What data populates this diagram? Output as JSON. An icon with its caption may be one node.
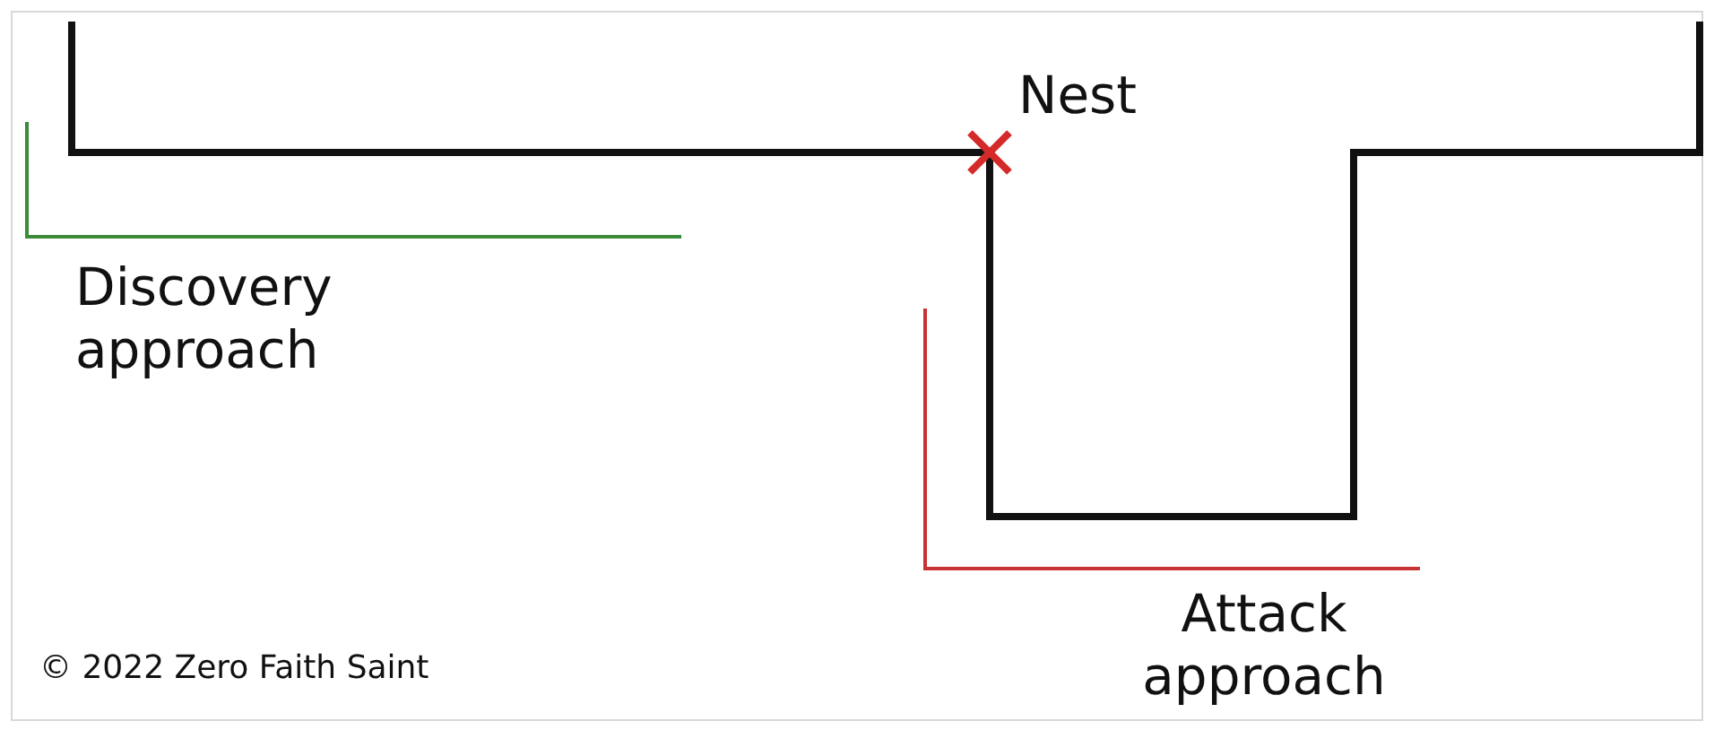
{
  "diagram": {
    "labels": [
      "Nest",
      "Discovery approach",
      "Attack approach",
      "© 2022 Zero Faith Saint"
    ]
  }
}
